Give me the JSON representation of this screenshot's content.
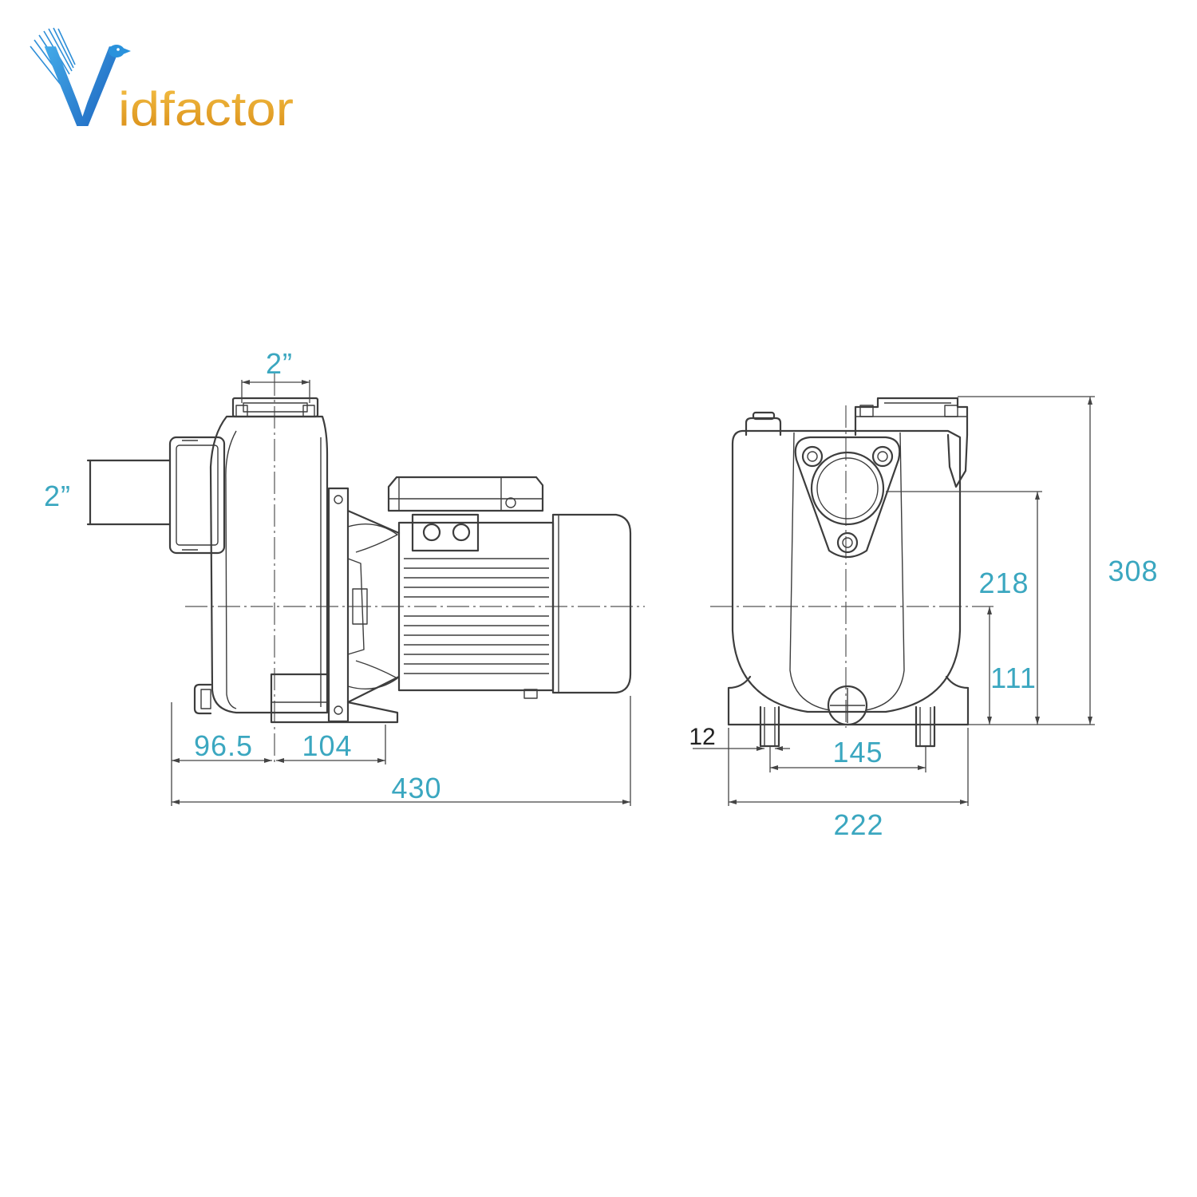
{
  "logo": {
    "initial": "V",
    "rest": "idfactor"
  },
  "colors": {
    "dimension": "#3ba7c0",
    "line": "#3d3d3d",
    "label_dark": "#222222",
    "logo_blue": "#1f86d4",
    "logo_gold": "#e6a52a"
  },
  "side_view": {
    "outlet_size": "2”",
    "inlet_size": "2”",
    "front_to_axis": "96.5",
    "axis_to_foot": "104",
    "overall_length": "430"
  },
  "front_view": {
    "overall_height": "308",
    "outlet_height": "218",
    "shaft_height": "111",
    "bolt_hole": "12",
    "bolt_spacing": "145",
    "base_width": "222"
  }
}
